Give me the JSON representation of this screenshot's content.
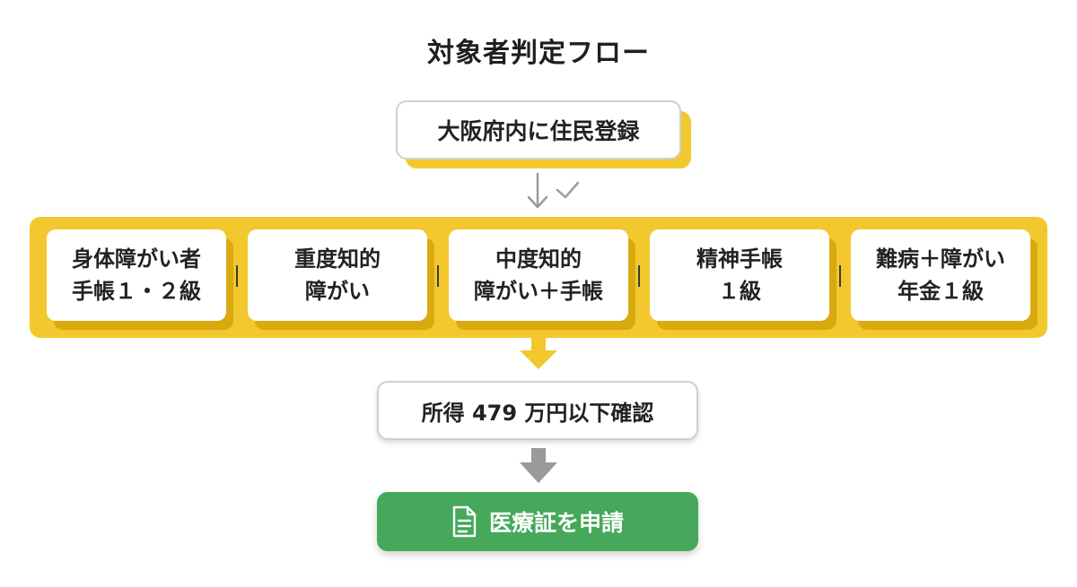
{
  "title": "対象者判定フロー",
  "start": {
    "label": "大阪府内に住民登録"
  },
  "categories": [
    {
      "line1": "身体障がい者",
      "line2": "手帳１・２級"
    },
    {
      "line1": "重度知的",
      "line2": "障がい"
    },
    {
      "line1": "中度知的",
      "line2": "障がい＋手帳"
    },
    {
      "line1": "精神手帳",
      "line2": "１級"
    },
    {
      "line1": "難病＋障がい",
      "line2": "年金１級"
    }
  ],
  "income_check": {
    "label": "所得 479 万円以下確認"
  },
  "apply": {
    "label": "医療証を申請",
    "icon": "document-icon"
  },
  "colors": {
    "band": "#f2c82e",
    "card_shadow": "#d9aa10",
    "apply_green": "#45a85a",
    "border_gray": "#cfcfcf",
    "arrow_gray": "#9a9a9a"
  }
}
